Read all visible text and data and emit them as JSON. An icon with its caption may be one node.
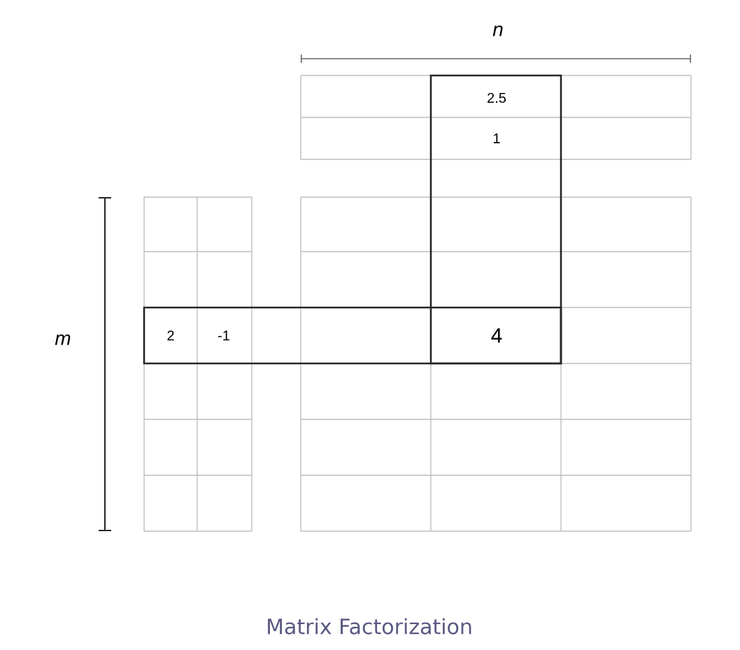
{
  "diagram": {
    "caption": "Matrix Factorization",
    "labels": [
      "n",
      "2.5",
      "1",
      "m",
      "2",
      "-1",
      "4"
    ]
  }
}
